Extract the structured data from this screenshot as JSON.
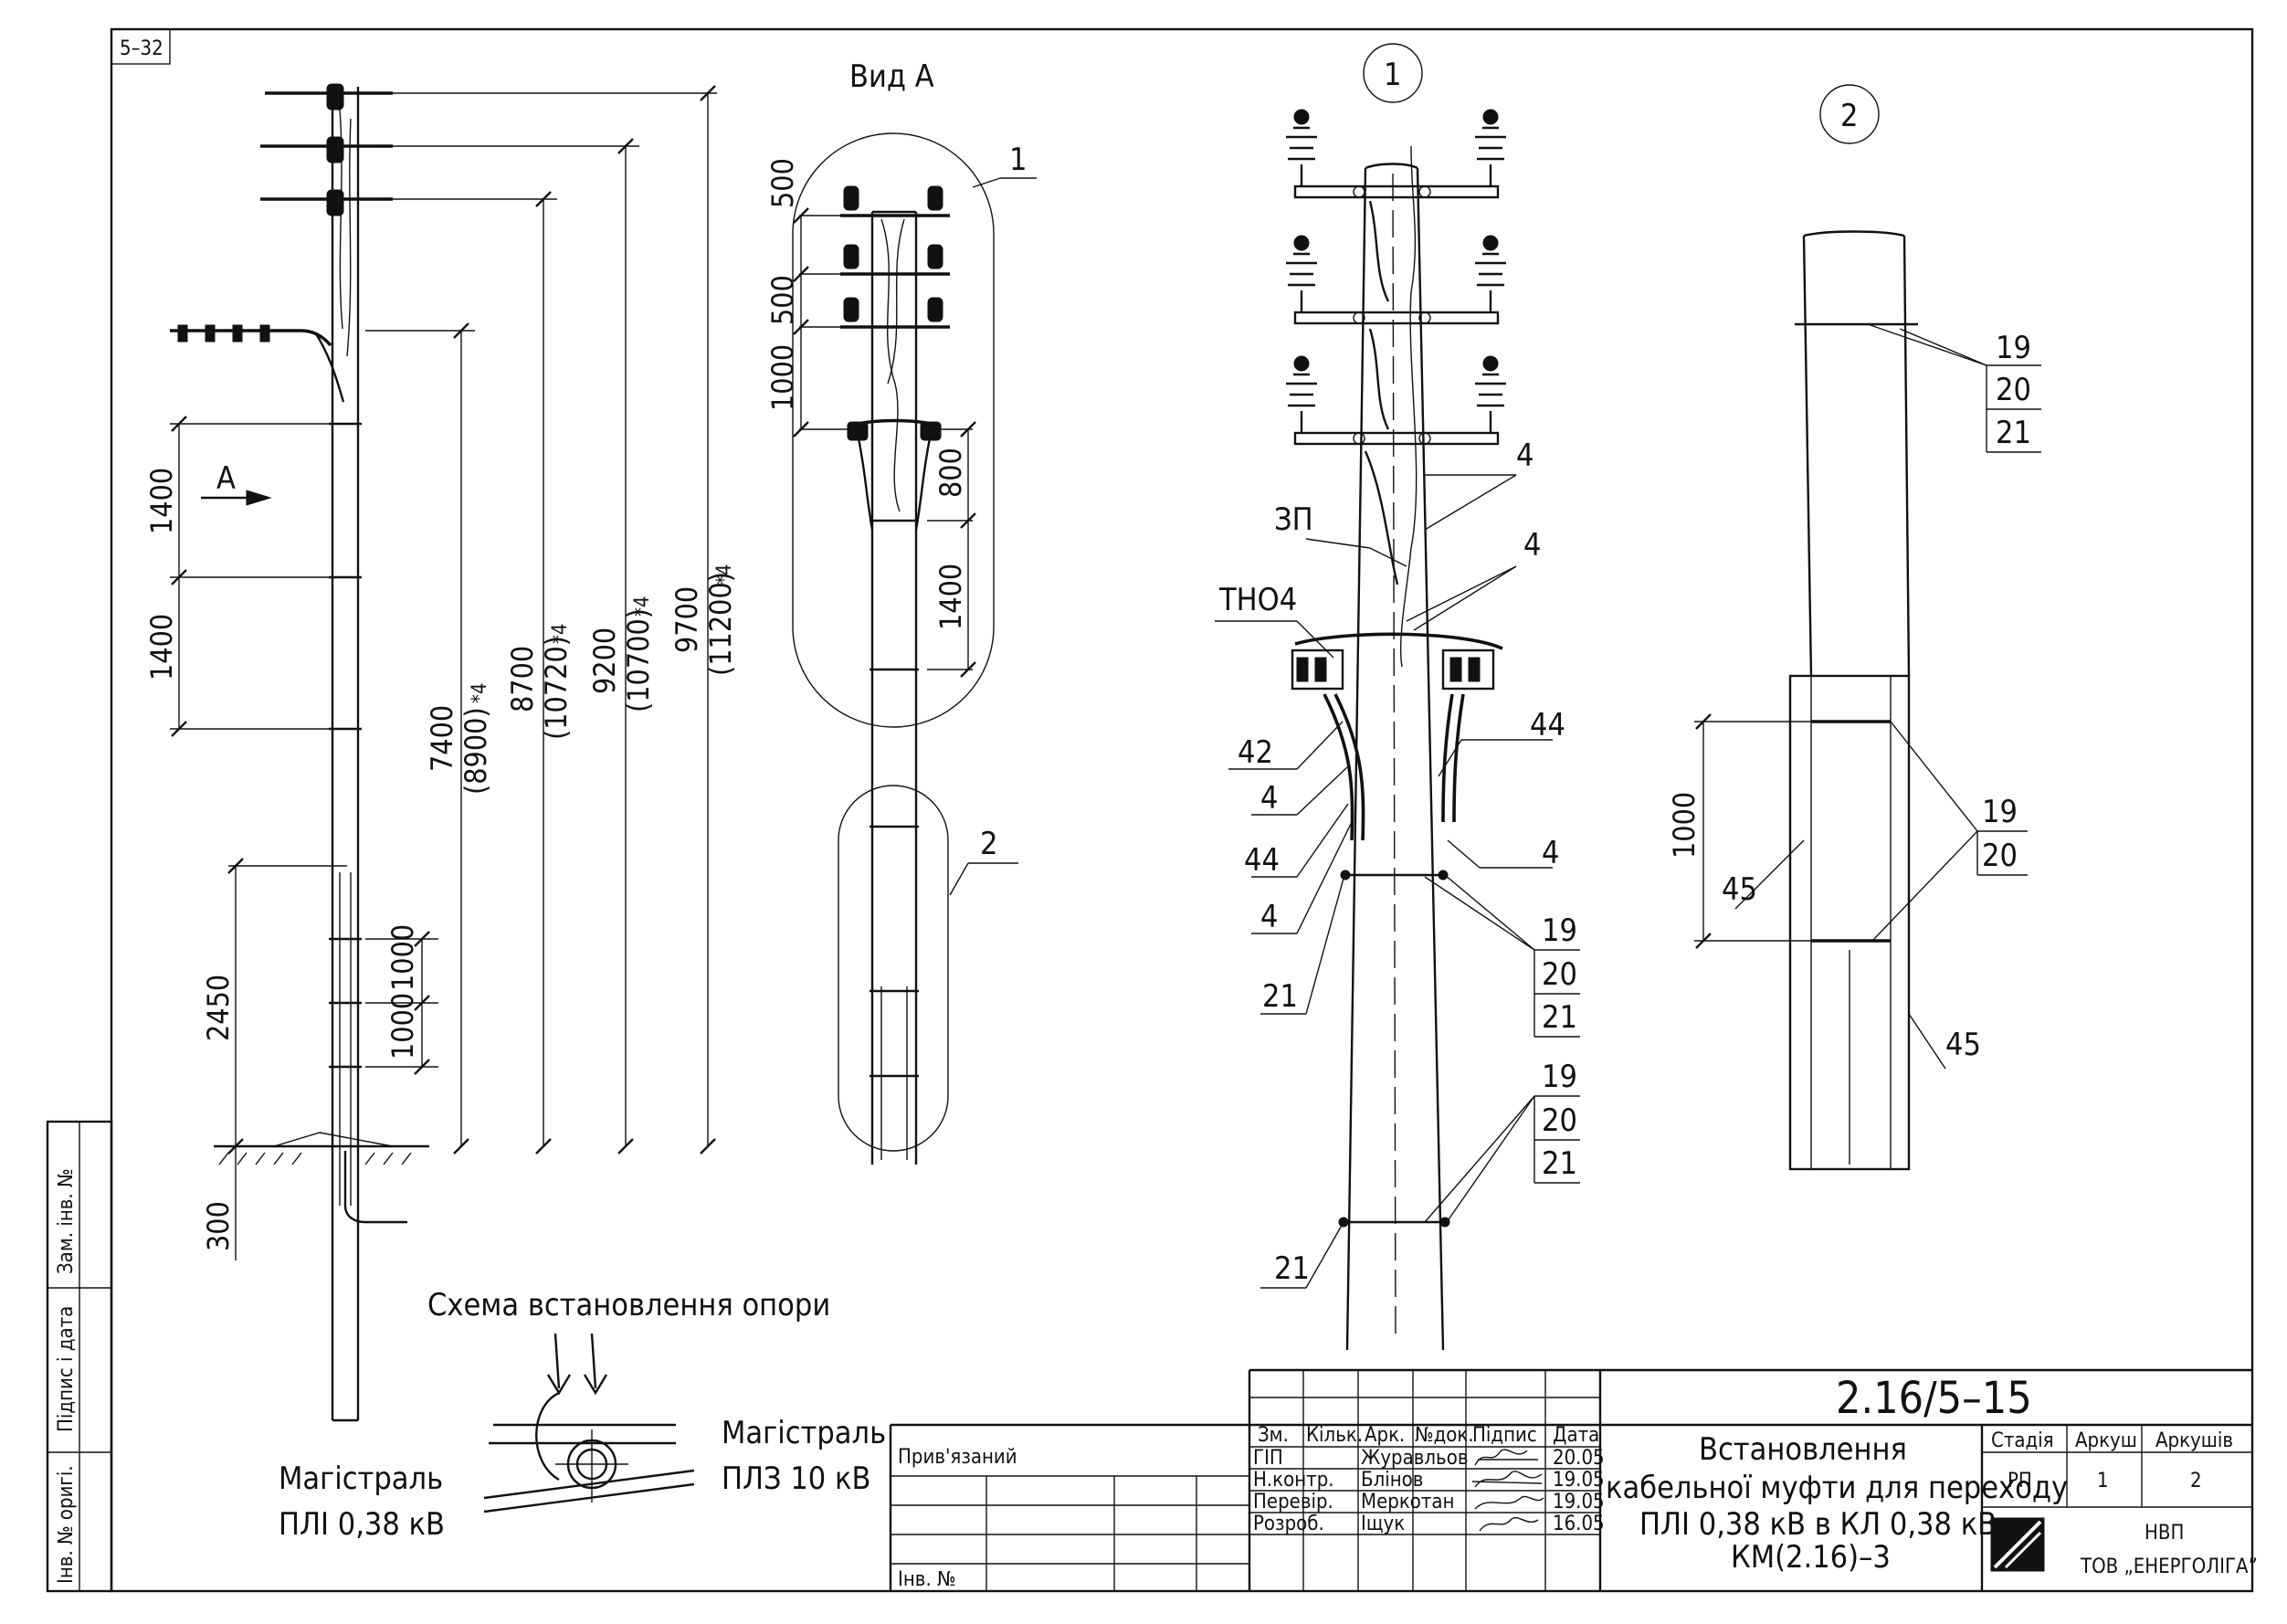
{
  "sheet": {
    "number": "5–32"
  },
  "views": {
    "view_a": "Вид А",
    "callout_1": "1",
    "callout_2": "2"
  },
  "dims": {
    "d1400a": "1400",
    "d1400b": "1400",
    "d2450": "2450",
    "d300": "300",
    "d1000a": "1000",
    "d1000b": "1000",
    "d7400": "7400",
    "d8900": "(8900)",
    "d8700": "8700",
    "d10720": "(10720)",
    "d9200": "9200",
    "d10700": "(10700)",
    "d9700": "9700",
    "d11200": "(11200)",
    "star": "*4",
    "a500a": "500",
    "a500b": "500",
    "a1000": "1000",
    "a800": "800",
    "a1400": "1400",
    "b1000": "1000"
  },
  "labels": {
    "arrow_a": "A",
    "zp": "ЗП",
    "tno4": "ТНО4",
    "n4": "4",
    "n19": "19",
    "n20": "20",
    "n21": "21",
    "n42": "42",
    "n44": "44",
    "n45": "45"
  },
  "scheme": {
    "title": "Схема встановлення опори",
    "line_left_1": "Магістраль",
    "line_left_2": "ПЛІ 0,38 кВ",
    "line_right_1": "Магістраль",
    "line_right_2": "ПЛЗ 10 кВ"
  },
  "side": {
    "inv_orig": "Інв. № оригі.",
    "sign_date": "Підпис і дата",
    "zam_inv": "Зам. інв. №"
  },
  "title_block": {
    "privyazaniy": "Прив'язаний",
    "inv_no": "Інв. №",
    "h_zm": "Зм.",
    "h_kilk": "Кільк.",
    "h_ark": "Арк.",
    "h_ndok": "№док.",
    "h_pidpys": "Підпис",
    "h_data": "Дата",
    "r1_role": "ГІП",
    "r1_name": "Журавльов",
    "r1_date": "20.05",
    "r2_role": "Н.контр.",
    "r2_name": "Блінов",
    "r2_date": "19.05",
    "r3_role": "Перевір.",
    "r3_name": "Меркотан",
    "r3_date": "19.05",
    "r4_role": "Розроб.",
    "r4_name": "Іщук",
    "r4_date": "16.05",
    "doc_code": "2.16/5–15",
    "title_1": "Встановлення",
    "title_2": "кабельної муфти для переходу",
    "title_3": "ПЛІ 0,38 кВ в КЛ 0,38 кВ",
    "title_4": "КМ(2.16)–3",
    "h_stadia": "Стадія",
    "h_arkush": "Аркуш",
    "h_arkushiv": "Аркушів",
    "v_stadia": "РП",
    "v_arkush": "1",
    "v_arkushiv": "2",
    "org_1": "НВП",
    "org_2": "ТОВ „ЕНЕРГОЛІГА”"
  }
}
